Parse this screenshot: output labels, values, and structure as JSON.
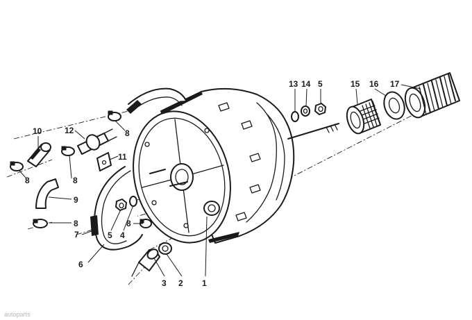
{
  "diagram": {
    "callouts": {
      "c1": "1",
      "c2": "2",
      "c3": "3",
      "c4": "4",
      "c5a": "5",
      "c5b": "5",
      "c6": "6",
      "c7": "7",
      "c8a": "8",
      "c8b": "8",
      "c8c": "8",
      "c8d": "8",
      "c8e": "8",
      "c9": "9",
      "c10": "10",
      "c11": "11",
      "c12": "12",
      "c13": "13",
      "c14": "14",
      "c15": "15",
      "c16": "16",
      "c17": "17"
    },
    "watermark": "autoparts"
  },
  "colors": {
    "ink": "#1a1a1a",
    "paper": "#ffffff"
  }
}
